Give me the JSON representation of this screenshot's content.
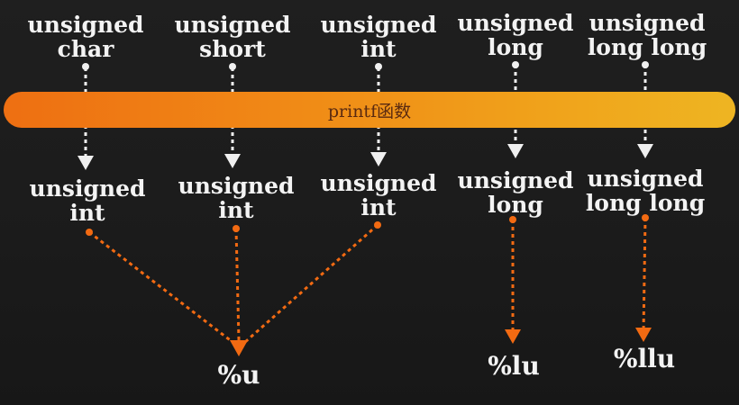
{
  "top_row": [
    {
      "line1": "unsigned",
      "line2": "char"
    },
    {
      "line1": "unsigned",
      "line2": "short"
    },
    {
      "line1": "unsigned",
      "line2": "int"
    },
    {
      "line1": "unsigned",
      "line2": "long"
    },
    {
      "line1": "unsigned",
      "line2": "long long"
    }
  ],
  "band": {
    "title": "printf函数"
  },
  "mid_row": [
    {
      "line1": "unsigned",
      "line2": "int"
    },
    {
      "line1": "unsigned",
      "line2": "int"
    },
    {
      "line1": "unsigned",
      "line2": "int"
    },
    {
      "line1": "unsigned",
      "line2": "long"
    },
    {
      "line1": "unsigned",
      "line2": "long long"
    }
  ],
  "specifiers": [
    "%u",
    "%lu",
    "%llu"
  ],
  "colors": {
    "white_arrow": "#f0f0f0",
    "orange_arrow": "#f26a12",
    "band_start": "#ee6f12",
    "band_end": "#eeb522"
  }
}
